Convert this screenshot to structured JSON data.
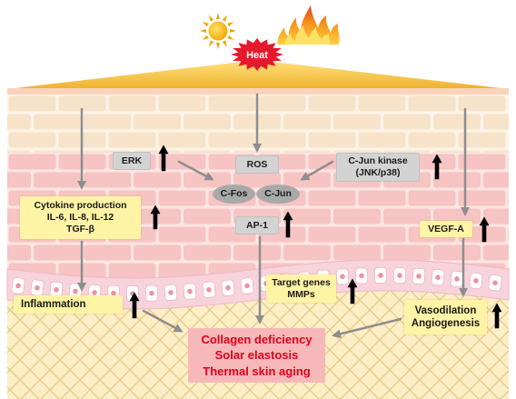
{
  "heat": {
    "label": "Heat",
    "icon": "starburst-icon"
  },
  "icons": {
    "sun": "sun-icon",
    "fire": "fire-icon",
    "increase": "up-arrow-icon",
    "pathway": "arrow-icon"
  },
  "nodes": {
    "erk": {
      "label": "ERK",
      "increased": true
    },
    "ros": {
      "label": "ROS",
      "increased": false
    },
    "cjun_kinase": {
      "lines": [
        "C-Jun kinase",
        "(JNK/p38)"
      ],
      "increased": true
    },
    "cfos": {
      "label": "C-Fos"
    },
    "cjun": {
      "label": "C-Jun"
    },
    "ap1": {
      "label": "AP-1",
      "increased": true
    },
    "cytokine": {
      "lines": [
        "Cytokine production",
        "IL-6, IL-8, IL-12",
        "TGF-β"
      ],
      "increased": true
    },
    "vegf": {
      "label": "VEGF-A",
      "increased": true
    },
    "target_genes": {
      "lines": [
        "Target genes",
        "MMPs"
      ],
      "increased": true
    },
    "inflammation": {
      "label": "Inflammation",
      "increased": true
    },
    "vasodilation": {
      "lines": [
        "Vasodilation",
        "Angiogenesis"
      ],
      "increased": true
    },
    "outcome": {
      "lines": [
        "Collagen deficiency",
        "Solar elastosis",
        "Thermal skin aging"
      ]
    }
  },
  "colors": {
    "heat_red": "#e8182c",
    "box_yellow": "#fff3a6",
    "box_gray": "#d3d3d3",
    "oval_gray": "#a9a9a9",
    "outcome_pink": "#f7b8ba",
    "outcome_text": "#e0001b",
    "arrow_gray": "#8e8e8e",
    "increase_arrow": "#000000"
  }
}
